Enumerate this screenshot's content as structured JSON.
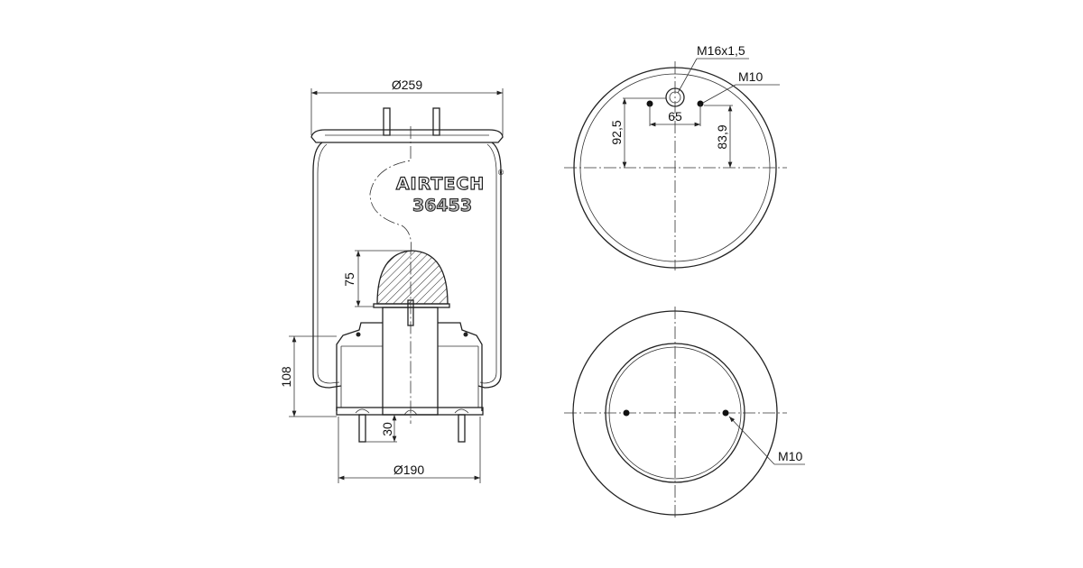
{
  "brand": {
    "name": "AIRTECH",
    "registered": "®",
    "part_number": "36453"
  },
  "side_view": {
    "top_diameter": "Ø259",
    "bottom_diameter": "Ø190",
    "height_108": "108",
    "height_75": "75",
    "stud_30": "30"
  },
  "top_view": {
    "thread_main": "M16x1,5",
    "thread_side": "M10",
    "spacing": "65",
    "offset_left": "92,5",
    "offset_right": "83,9"
  },
  "bottom_view": {
    "thread": "M10"
  }
}
